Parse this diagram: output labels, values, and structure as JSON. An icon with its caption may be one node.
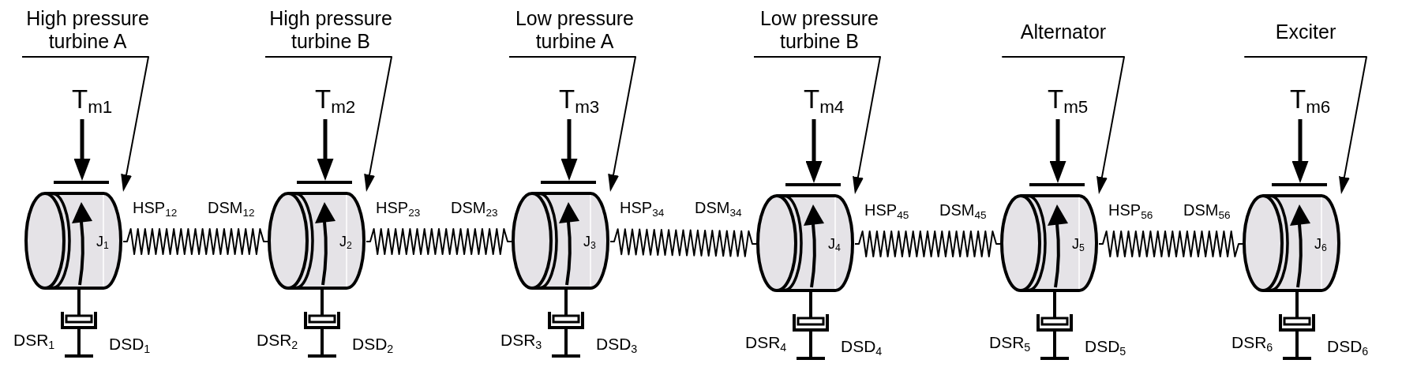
{
  "diagram": {
    "nodes": [
      {
        "text": [
          "High pressure turbine A"
        ]
      },
      {
        "text": [
          "High pressure turbine B"
        ]
      },
      {
        "text": [
          "Low pressure turbine A"
        ]
      },
      {
        "text": [
          "Low pressure turbine B"
        ]
      },
      {
        "text": [
          "Alternator"
        ]
      },
      {
        "text": [
          "Exciter"
        ]
      },
      {
        "text": [
          "T$_{m1}$"
        ]
      },
      {
        "text": [
          "T$_{m2}$"
        ]
      },
      {
        "text": [
          "T$_{m3}$"
        ]
      },
      {
        "text": [
          "T$_{m4}$"
        ]
      },
      {
        "text": [
          "T$_{m5}$"
        ]
      },
      {
        "text": [
          "T$_{m6}$"
        ]
      },
      {
        "text": [
          "J$_{1}$"
        ]
      },
      {
        "text": [
          "J$_{2}$"
        ]
      },
      {
        "text": [
          "J$_{3}$"
        ]
      },
      {
        "text": [
          "J$_{4}$"
        ]
      },
      {
        "text": [
          "J$_{5}$"
        ]
      },
      {
        "text": [
          "J$_{6}$"
        ]
      }
    ],
    "edges": [
      {
        "from": 0,
        "to": 12,
        "arrow": "to"
      },
      {
        "from": 1,
        "to": 13,
        "arrow": "to"
      },
      {
        "from": 2,
        "to": 14,
        "arrow": "to"
      },
      {
        "from": 3,
        "to": 15,
        "arrow": "to"
      },
      {
        "from": 4,
        "to": 16,
        "arrow": "to"
      },
      {
        "from": 5,
        "to": 17,
        "arrow": "to"
      },
      {
        "from": 6,
        "to": 12,
        "arrow": "to",
        "style": "thick"
      },
      {
        "from": 7,
        "to": 13,
        "arrow": "to",
        "style": "thick"
      },
      {
        "from": 8,
        "to": 14,
        "arrow": "to",
        "style": "thick"
      },
      {
        "from": 9,
        "to": 15,
        "arrow": "to",
        "style": "thick"
      },
      {
        "from": 10,
        "to": 16,
        "arrow": "to",
        "style": "thick"
      },
      {
        "from": 11,
        "to": 17,
        "arrow": "to",
        "style": "thick"
      },
      {
        "from": 12,
        "to": 13,
        "arrow": "none"
      },
      {
        "from": 13,
        "to": 14,
        "arrow": "none"
      },
      {
        "from": 14,
        "to": 15,
        "arrow": "none"
      },
      {
        "from": 15,
        "to": 16,
        "arrow": "none"
      },
      {
        "from": 16,
        "to": 17,
        "arrow": "none"
      }
    ],
    "labels": [
      "HSP$_{12}$",
      "DSM$_{12}$",
      "HSP$_{23}$",
      "DSM$_{23}$",
      "HSP$_{34}$",
      "DSM$_{34}$",
      "HSP$_{45}$",
      "DSM$_{45}$",
      "HSP$_{56}$",
      "DSM$_{56}$",
      "DSR$_{1}$",
      "DSD$_{1}$",
      "DSR$_{2}$",
      "DSD$_{2}$",
      "DSR$_{3}$",
      "DSD$_{3}$",
      "DSR$_{4}$",
      "DSD$_{4}$",
      "DSR$_{5}$",
      "DSD$_{5}$",
      "DSR$_{6}$",
      "DSD$_{6}$"
    ]
  }
}
